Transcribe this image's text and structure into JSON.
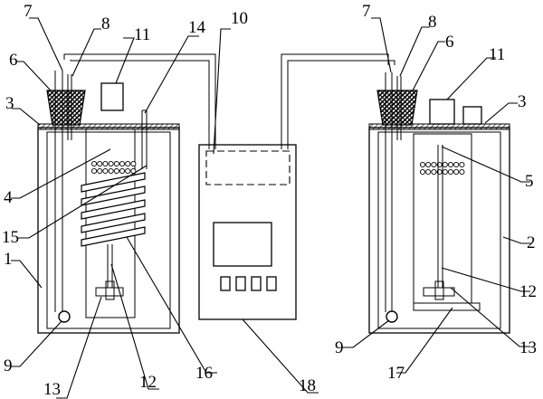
{
  "labels": {
    "l1": "1",
    "l2": "2",
    "l3a": "3",
    "l3b": "3",
    "l4": "4",
    "l5": "5",
    "l6a": "6",
    "l6b": "6",
    "l7a": "7",
    "l7b": "7",
    "l8a": "8",
    "l8b": "8",
    "l9a": "9",
    "l9b": "9",
    "l10": "10",
    "l11a": "11",
    "l11b": "11",
    "l12a": "12",
    "l12b": "12",
    "l13a": "13",
    "l13b": "13",
    "l14": "14",
    "l15": "15",
    "l16": "16",
    "l17": "17",
    "l18": "18"
  }
}
